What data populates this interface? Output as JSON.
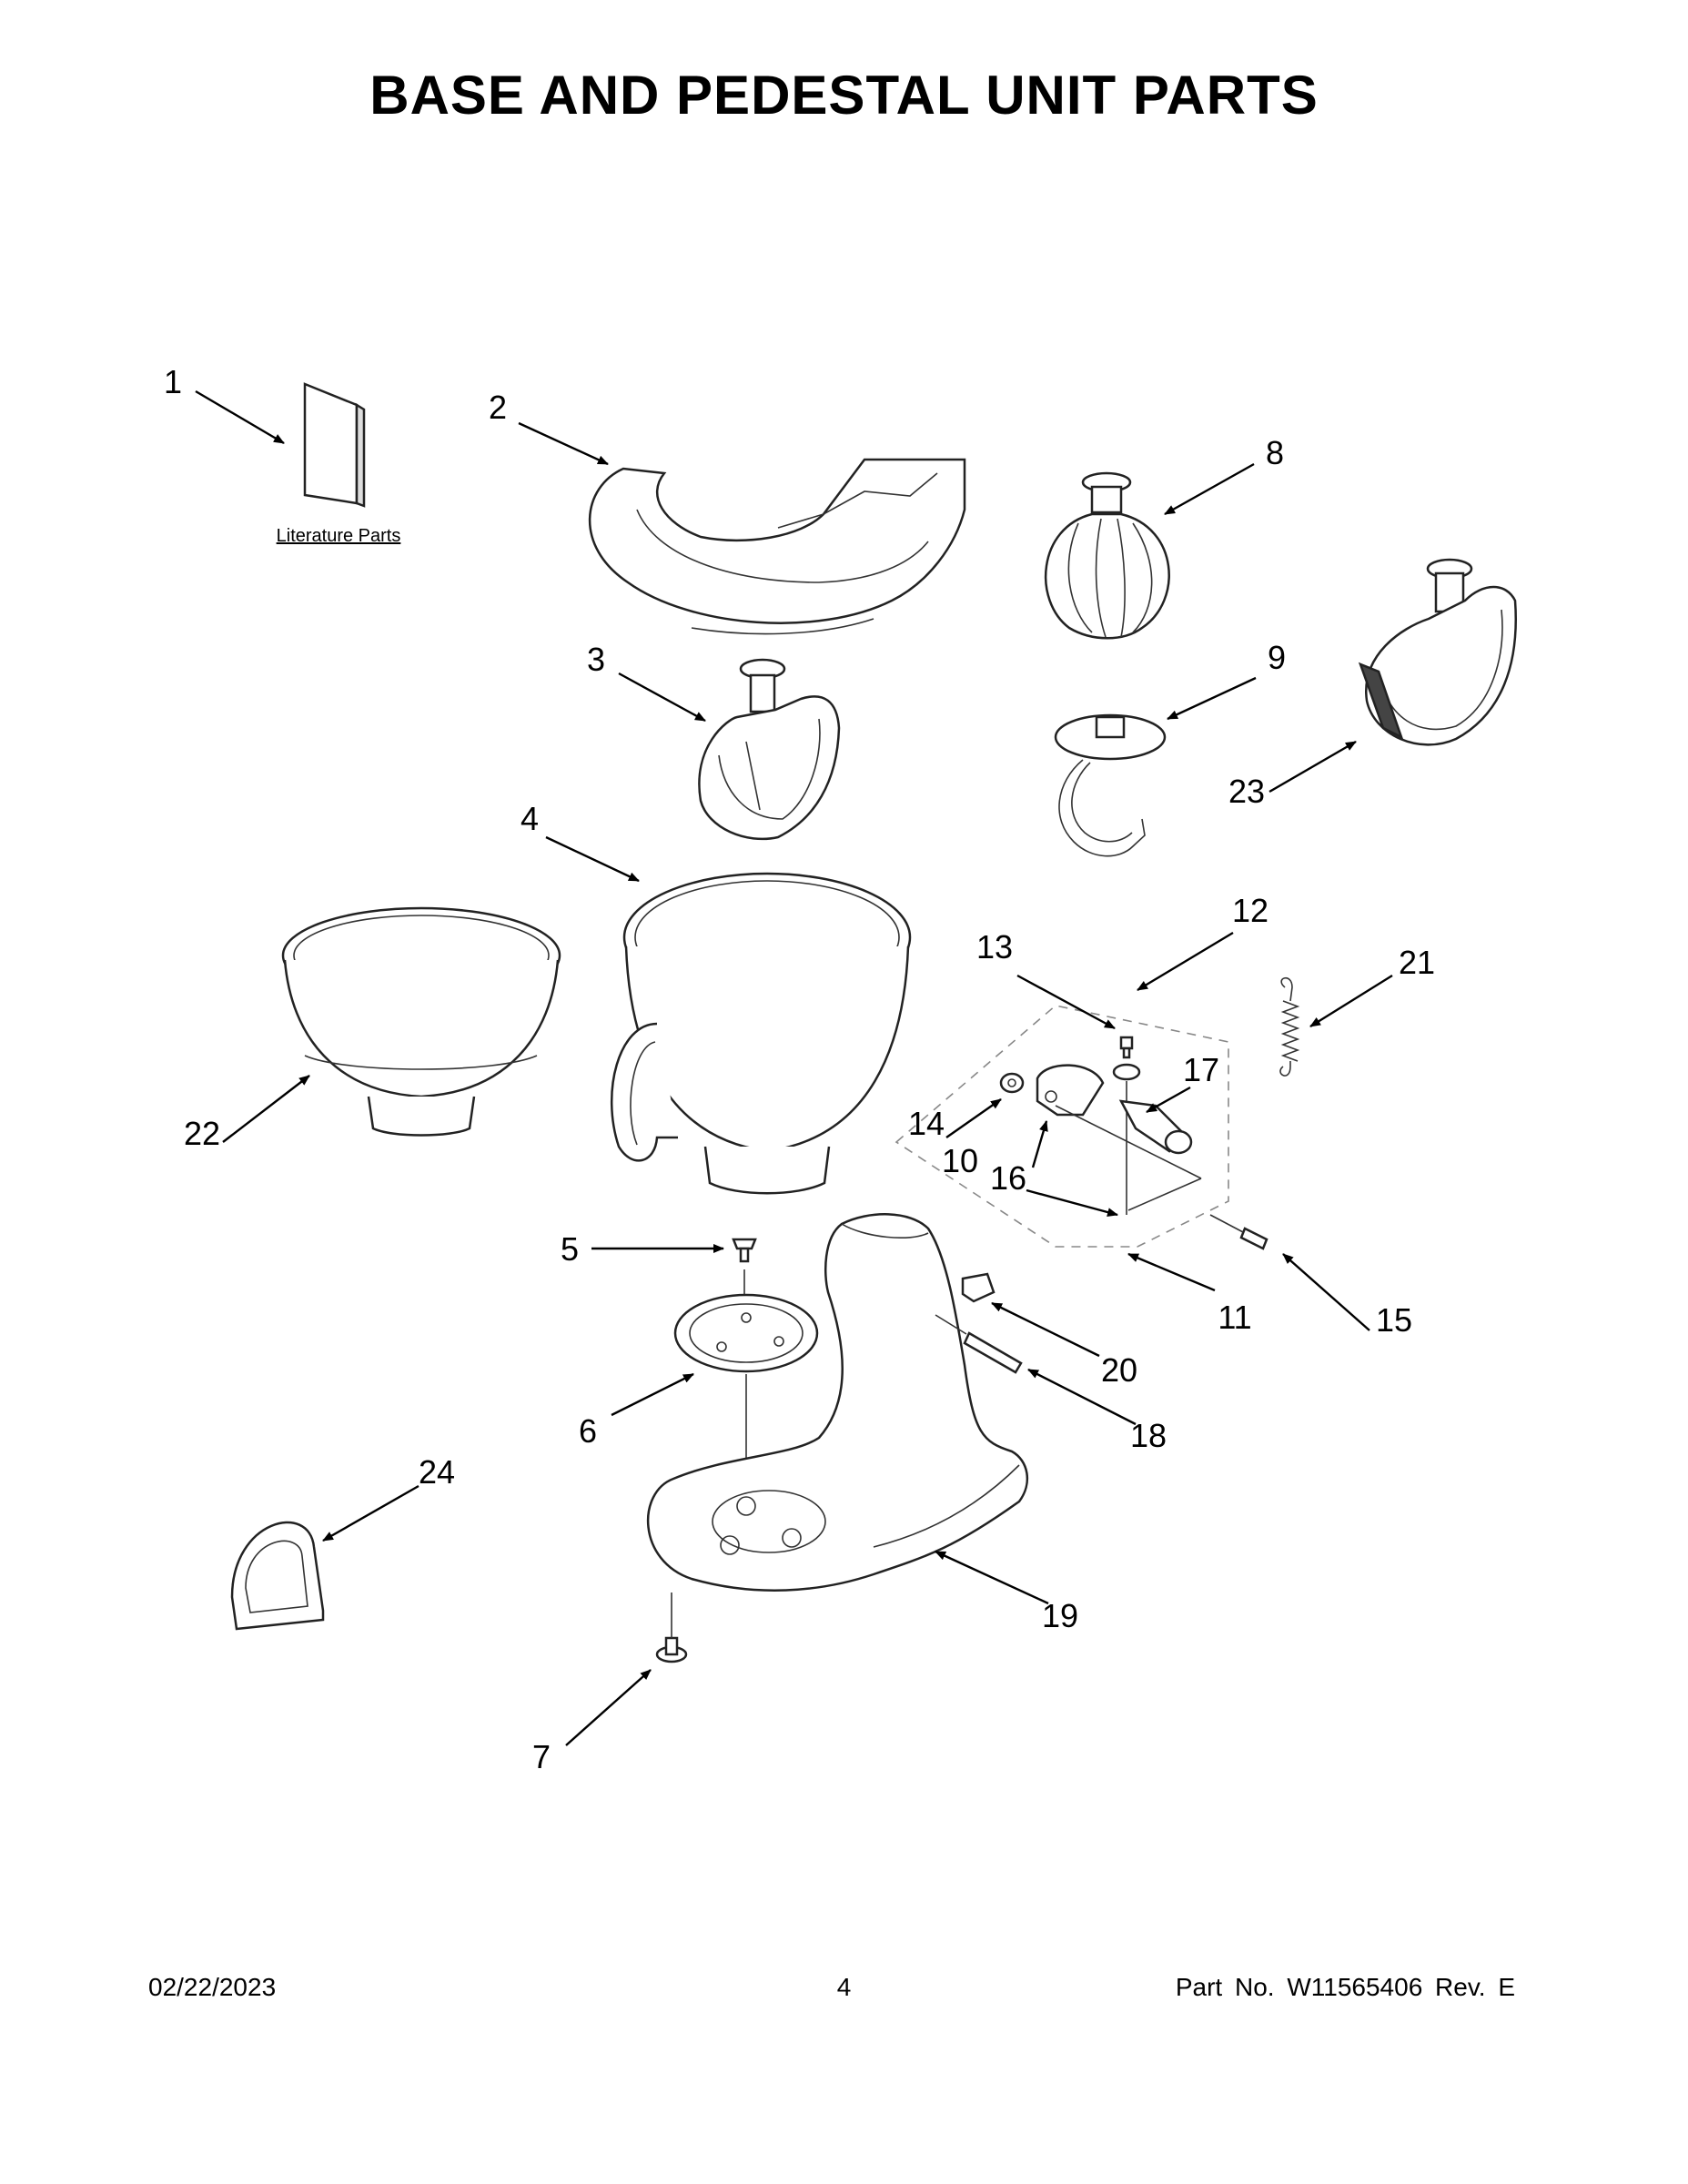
{
  "title": "BASE AND PEDESTAL UNIT PARTS",
  "literature_label": "Literature Parts",
  "callouts": [
    "1",
    "2",
    "3",
    "4",
    "5",
    "6",
    "7",
    "8",
    "9",
    "10",
    "11",
    "12",
    "13",
    "14",
    "15",
    "16",
    "17",
    "18",
    "19",
    "20",
    "21",
    "22",
    "23",
    "24"
  ],
  "footer": {
    "date": "02/22/2023",
    "page": "4",
    "part_no": "Part No.  W11565406  Rev.  E"
  }
}
